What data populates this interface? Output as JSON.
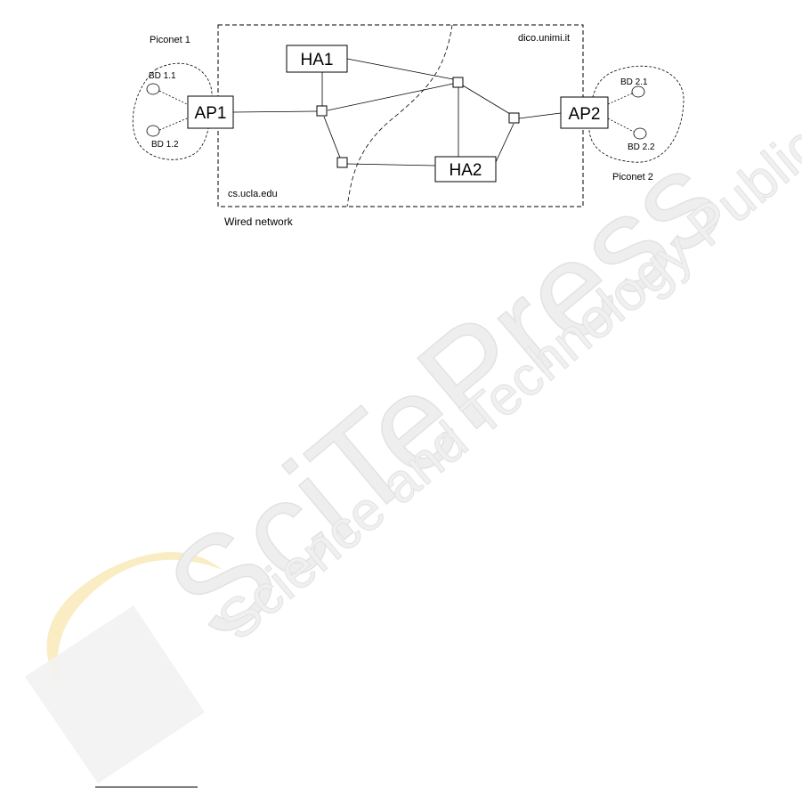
{
  "labels": {
    "piconet1": "Piconet 1",
    "piconet2": "Piconet 2",
    "domain_top": "dico.unimi.it",
    "domain_bottom": "cs.ucla.edu",
    "wired": "Wired network"
  },
  "nodes": {
    "ap1": "AP1",
    "ap2": "AP2",
    "ha1": "HA1",
    "ha2": "HA2",
    "bd11": "BD 1.1",
    "bd12": "BD 1.2",
    "bd21": "BD 2.1",
    "bd22": "BD 2.2"
  },
  "watermark": {
    "big": "SciTePress",
    "small": "Science and Technology Publications"
  },
  "colors": {
    "line": "#000000",
    "watermark": "#e6e6e6",
    "logo_yellow": "#f5d98a"
  }
}
